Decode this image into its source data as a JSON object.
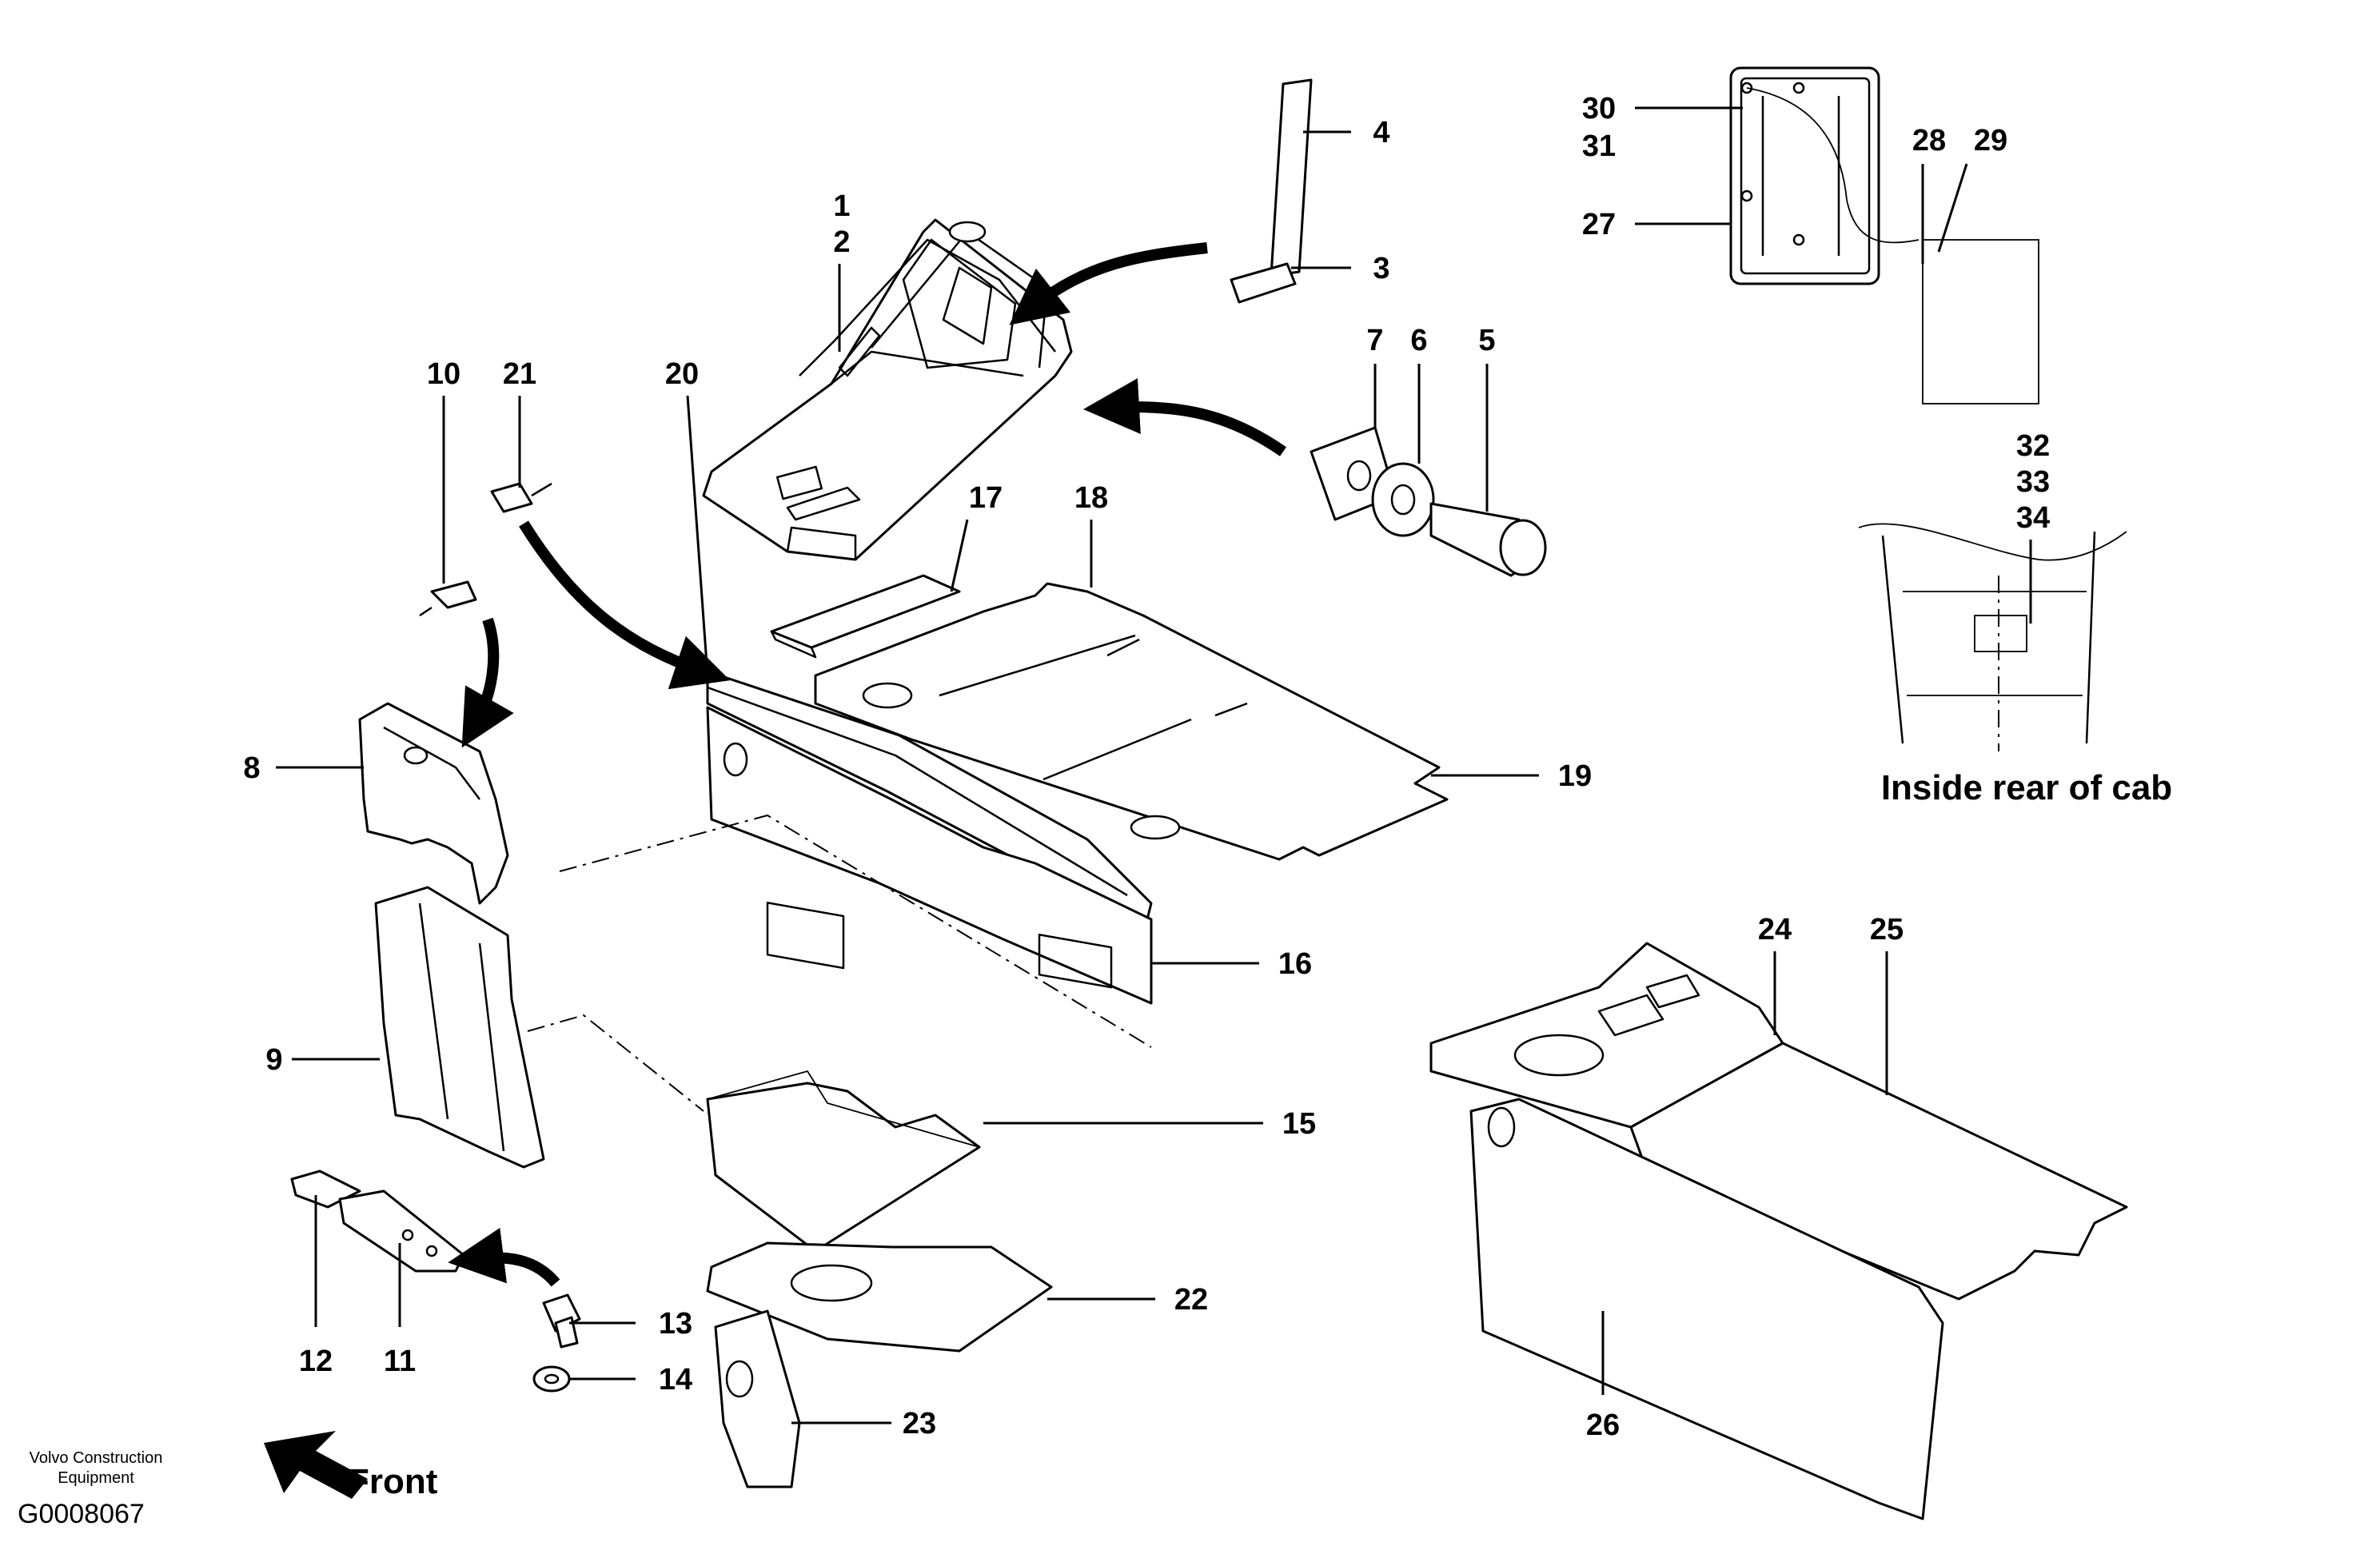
{
  "caption": "Inside rear of cab",
  "brand_line1": "Volvo Construction",
  "brand_line2": "Equipment",
  "figure_code": "G0008067",
  "front_label": "Front",
  "callouts": {
    "n1": "1",
    "n2": "2",
    "n3": "3",
    "n4": "4",
    "n5": "5",
    "n6": "6",
    "n7": "7",
    "n8": "8",
    "n9": "9",
    "n10": "10",
    "n11": "11",
    "n12": "12",
    "n13": "13",
    "n14": "14",
    "n15": "15",
    "n16": "16",
    "n17": "17",
    "n18": "18",
    "n19": "19",
    "n20": "20",
    "n21": "21",
    "n22": "22",
    "n23": "23",
    "n24": "24",
    "n25": "25",
    "n26": "26",
    "n27": "27",
    "n28": "28",
    "n29": "29",
    "n30": "30",
    "n31": "31",
    "n32": "32",
    "n33": "33",
    "n34": "34"
  },
  "icons": {
    "front_direction": "front-arrow-icon"
  }
}
